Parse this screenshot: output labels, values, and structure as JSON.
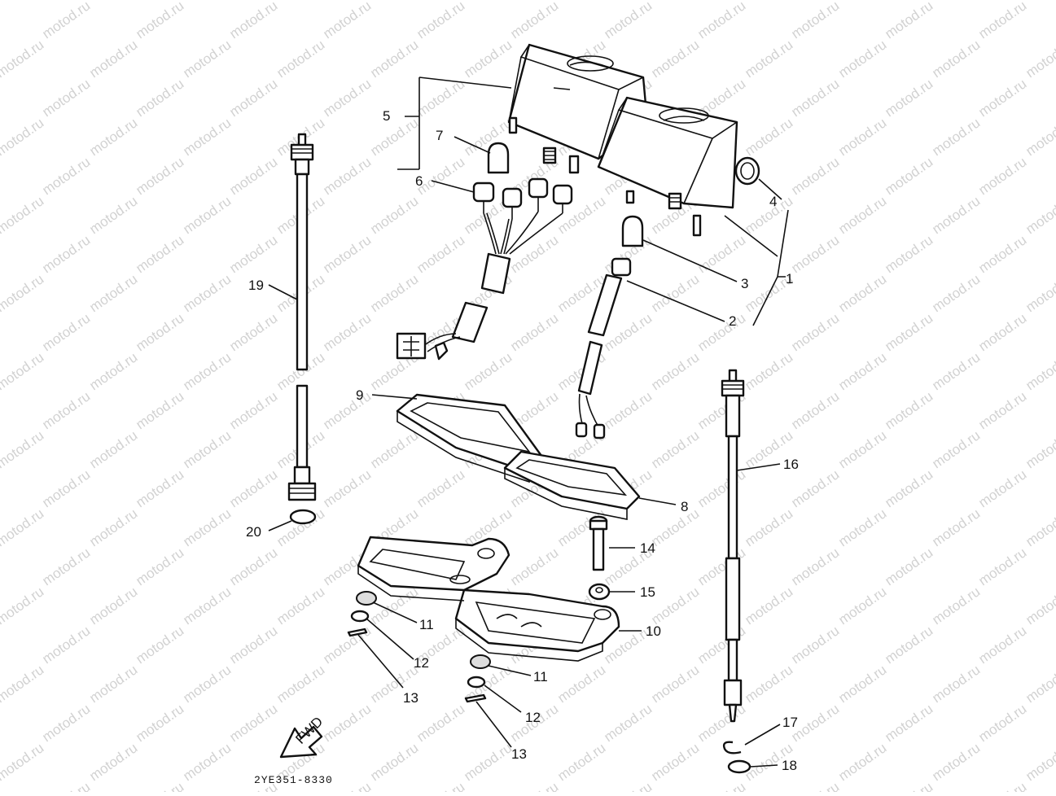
{
  "watermark": "motod.ru",
  "diagram_code": "2YE351-8330",
  "fwd_label": "FWD",
  "labels": {
    "1": "1",
    "2": "2",
    "3": "3",
    "4": "4",
    "5": "5",
    "6": "6",
    "7": "7",
    "8": "8",
    "9": "9",
    "10": "10",
    "11a": "11",
    "11b": "11",
    "12a": "12",
    "12b": "12",
    "13a": "13",
    "13b": "13",
    "14": "14",
    "15": "15",
    "16": "16",
    "17": "17",
    "18": "18",
    "19": "19",
    "20": "20"
  }
}
